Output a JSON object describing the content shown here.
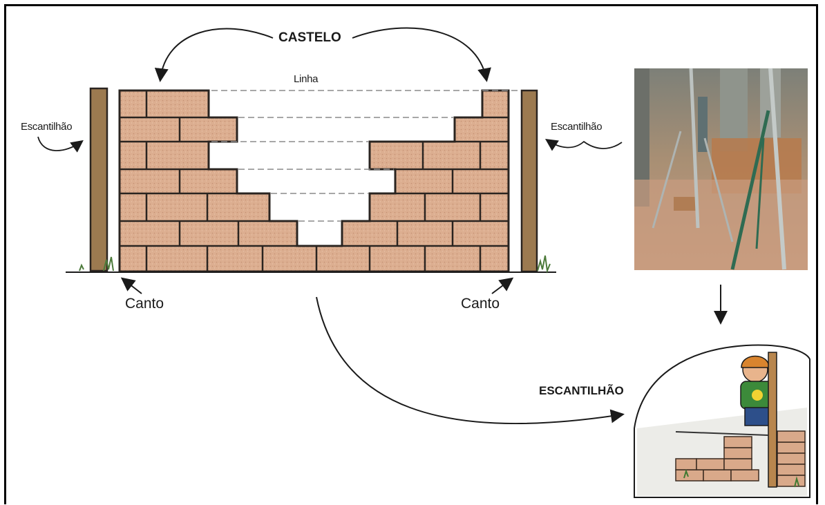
{
  "labels": {
    "castelo": "CASTELO",
    "linha": "Linha",
    "escantilhao_left": "Escantilhão",
    "escantilhao_right": "Escantilhão",
    "canto_left": "Canto",
    "canto_right": "Canto",
    "escantilhao_title": "ESCANTILHÃO"
  },
  "colors": {
    "brick_fill": "#d9a98a",
    "brick_outline": "#2a2420",
    "post_fill": "#9c7a50",
    "line_dash": "#8a8a8a",
    "text": "#1a1a1a"
  }
}
